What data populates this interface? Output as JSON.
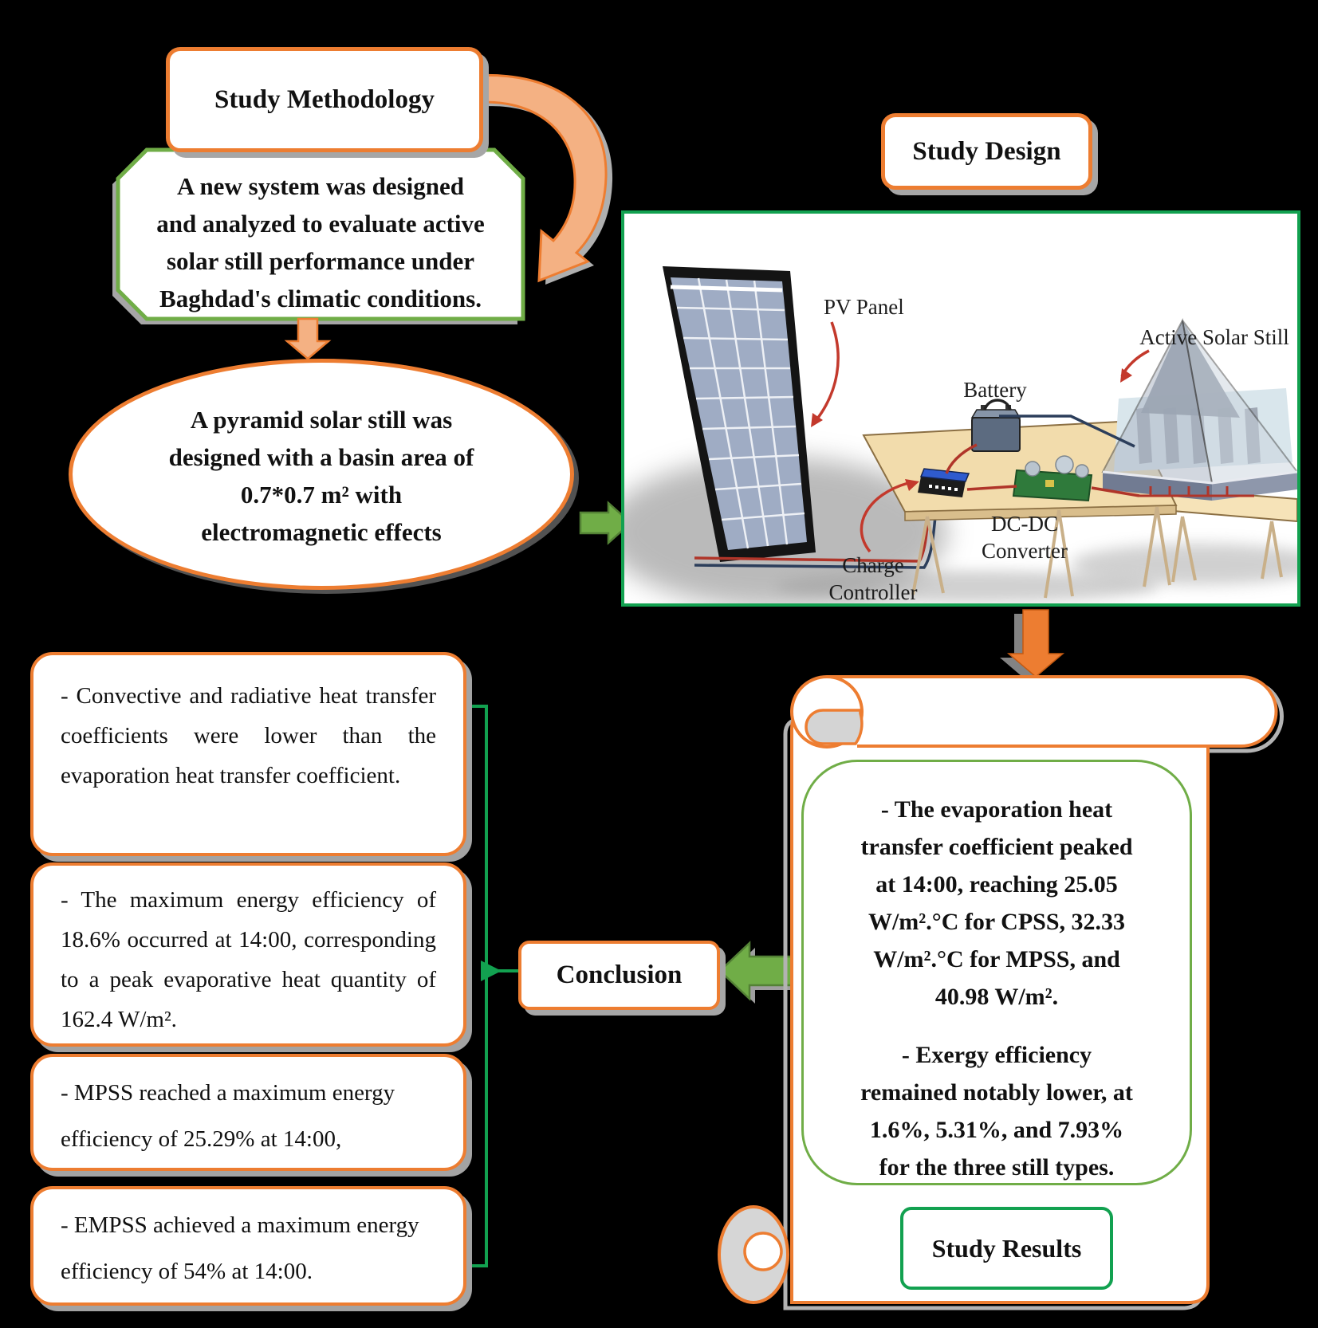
{
  "palette": {
    "orange": "#ED7D31",
    "orange_light": "#F4B183",
    "olive_green": "#70AD47",
    "olive_dark": "#538135",
    "vivid_green": "#12A150",
    "shadow_gray": "#A6A6A6",
    "red_annotation": "#C3392C"
  },
  "methodology": {
    "title": "Study Methodology",
    "overview": "A new system was designed\nand analyzed to evaluate active\nsolar still performance under\nBaghdad's climatic conditions.",
    "pyramid_note": "A pyramid solar still was\ndesigned with a basin area of\n0.7*0.7 m²  with\nelectromagnetic effects"
  },
  "study_design": {
    "title": "Study Design",
    "illustration_labels": {
      "pv_panel": "PV Panel",
      "battery": "Battery",
      "active_solar_still": "Active Solar Still",
      "charge_line1": "Charge",
      "charge_line2": "Controller",
      "dcdc_line1": "DC-DC",
      "dcdc_line2": "Converter"
    }
  },
  "study_results": {
    "title": "Study Results",
    "finding_evaporation": "- The evaporation heat\ntransfer coefficient peaked\nat 14:00, reaching 25.05\nW/m².°C for CPSS, 32.33\nW/m².°C for MPSS, and\n40.98 W/m².",
    "finding_exergy": "- Exergy efficiency\nremained notably lower, at\n1.6%, 5.31%, and 7.93%\nfor the three still types."
  },
  "conclusion": {
    "title": "Conclusion",
    "items": [
      "- Convective and radiative heat transfer coefficients were lower than the evaporation heat transfer coefficient.",
      "- The maximum energy efficiency of 18.6% occurred at 14:00, corresponding to a peak evaporative heat quantity of 162.4 W/m².",
      "- MPSS reached a maximum energy efficiency of 25.29% at 14:00,",
      "- EMPSS achieved a maximum energy efficiency of 54% at 14:00."
    ]
  }
}
